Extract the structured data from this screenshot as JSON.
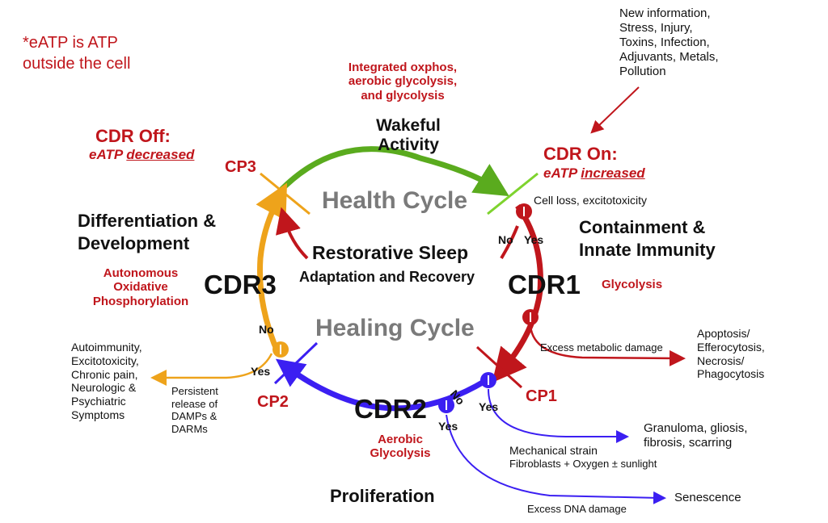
{
  "note": "*eATP is ATP\noutside the cell",
  "top_center": "Integrated oxphos,\naerobic glycolysis,\nand glycolysis",
  "wakeful": "Wakeful\nActivity",
  "stressors": "New information,\nStress, Injury,\nToxins, Infection,\nAdjuvants, Metals,\nPollution",
  "cdr_off": {
    "title": "CDR Off:",
    "prefix": "eATP ",
    "word": "decreased"
  },
  "cdr_on": {
    "title": "CDR On:",
    "prefix": "eATP ",
    "word": "increased"
  },
  "cp1": "CP1",
  "cp2": "CP2",
  "cp3": "CP3",
  "health_cycle": "Health Cycle",
  "healing_cycle": "Healing Cycle",
  "cell_loss": "Cell loss, excitotoxicity",
  "differentiation": "Differentiation &\nDevelopment",
  "containment": "Containment &\nInnate Immunity",
  "restorative_sleep": "Restorative Sleep",
  "adaptation": "Adaptation and Recovery",
  "cdr1": "CDR1",
  "cdr2": "CDR2",
  "cdr3": "CDR3",
  "glycolysis": "Glycolysis",
  "autonomous": "Autonomous\nOxidative\nPhosphorylation",
  "aerobic": "Aerobic\nGlycolysis",
  "proliferation": "Proliferation",
  "no": "No",
  "yes": "Yes",
  "excess_metabolic": "Excess metabolic damage",
  "apoptosis": "Apoptosis/\nEfferocytosis,\nNecrosis/\nPhagocytosis",
  "autoimmunity": "Autoimmunity,\nExcitotoxicity,\nChronic pain,\nNeurologic &\nPsychiatric\nSymptoms",
  "persistent": "Persistent\nrelease of\nDAMPs &\nDARMs",
  "granuloma": "Granuloma, gliosis,\nfibrosis, scarring",
  "mechanical": "Mechanical strain",
  "fibroblasts": "Fibroblasts + Oxygen ± sunlight",
  "senescence": "Senescence",
  "excess_dna": "Excess DNA damage",
  "colors": {
    "green": "#5aab1e",
    "red": "#c0161c",
    "blue": "#3b1ff2",
    "orange": "#eea31b",
    "gray": "#7a7a7a"
  }
}
